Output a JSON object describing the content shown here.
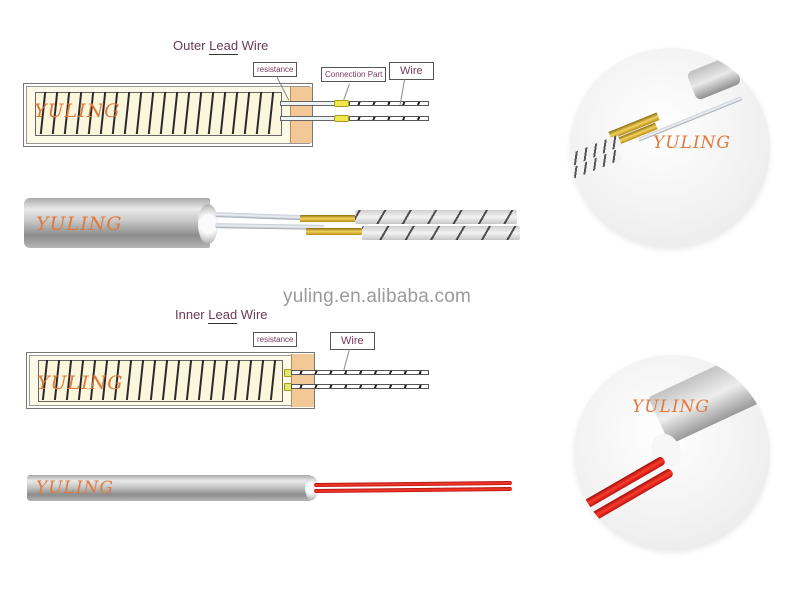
{
  "watermark": "yuling.en.alibaba.com",
  "brand_mark": "YULING",
  "outer_section": {
    "title_prefix": "Outer ",
    "title_underlined": "Lead",
    "title_suffix": " Wire",
    "labels": {
      "resistance": "resistance",
      "connection_part": "Connection Part",
      "wire": "Wire"
    },
    "photo_description": "Cartridge heater with outer lead wire: stainless tube, gray inner leads, brass crimp connectors, braided fiberglass wire"
  },
  "inner_section": {
    "title_prefix": "Inner ",
    "title_underlined": "Lead",
    "title_suffix": " Wire",
    "labels": {
      "resistance": "resistance",
      "wire": "Wire"
    },
    "photo_description": "Cartridge heater with inner lead wire: stainless tube with red silicone leads"
  },
  "colors": {
    "title_text": "#6b3a55",
    "brand_orange": "#e07a3a",
    "plug_tan": "#f1c896",
    "connector_yellow": "#f0e84a",
    "red_wire": "#e0251c"
  }
}
